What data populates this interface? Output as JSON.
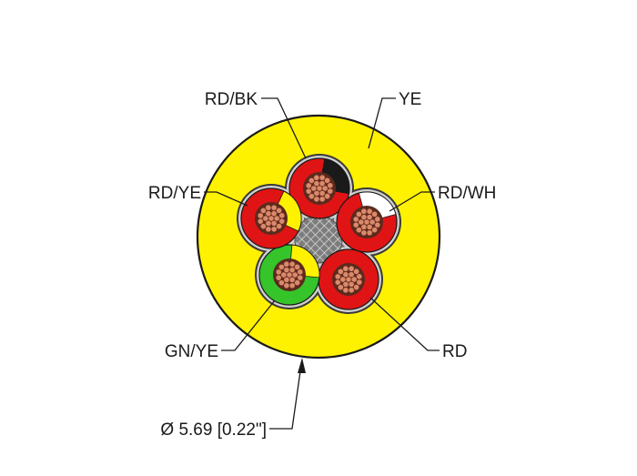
{
  "diagram": {
    "jacket_color_label": "YE",
    "conductors": [
      {
        "id": "rd-bk",
        "label": "RD/BK",
        "primary": "#e01414",
        "secondary": "#1a1a1a"
      },
      {
        "id": "rd-wh",
        "label": "RD/WH",
        "primary": "#e01414",
        "secondary": "#ffffff"
      },
      {
        "id": "rd",
        "label": "RD",
        "primary": "#e01414",
        "secondary": "#e01414"
      },
      {
        "id": "gn-ye",
        "label": "GN/YE",
        "primary": "#35c42a",
        "secondary": "#fff200"
      },
      {
        "id": "rd-ye",
        "label": "RD/YE",
        "primary": "#e01414",
        "secondary": "#fff200"
      }
    ],
    "diameter_label": "Ø 5.69 [0.22\"]"
  },
  "colors": {
    "jacket": "#fff200",
    "jacket_outline": "#1a1a1a",
    "strand": "#d98a6a",
    "filler": "#8a8a8a"
  }
}
